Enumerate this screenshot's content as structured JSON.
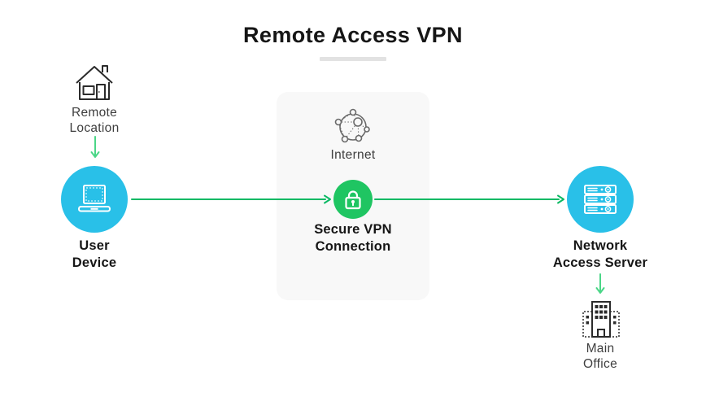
{
  "title": "Remote Access VPN",
  "colors": {
    "node_cyan": "#29c0e8",
    "lock_green": "#1fc562",
    "arrow_green": "#0bb964",
    "arrow_green_light": "#4bd687",
    "panel_gray": "#f8f8f8",
    "underline_gray": "#e2e2e2",
    "text_dark": "#161616",
    "text_gray": "#3e3e3e",
    "icon_outline": "#2b2b2b",
    "globe_gray": "#6a6a6a"
  },
  "nodes": {
    "remote_location": {
      "icon": "house-icon",
      "label": [
        "Remote",
        "Location"
      ]
    },
    "user_device": {
      "icon": "laptop-icon",
      "label": [
        "User",
        "Device"
      ]
    },
    "internet": {
      "icon": "globe-network-icon",
      "label": "Internet"
    },
    "secure_vpn_connection": {
      "icon": "lock-icon",
      "label": [
        "Secure VPN",
        "Connection"
      ]
    },
    "network_access_server": {
      "icon": "server-icon",
      "label": [
        "Network",
        "Access Server"
      ]
    },
    "main_office": {
      "icon": "office-building-icon",
      "label": [
        "Main",
        "Office"
      ]
    }
  }
}
